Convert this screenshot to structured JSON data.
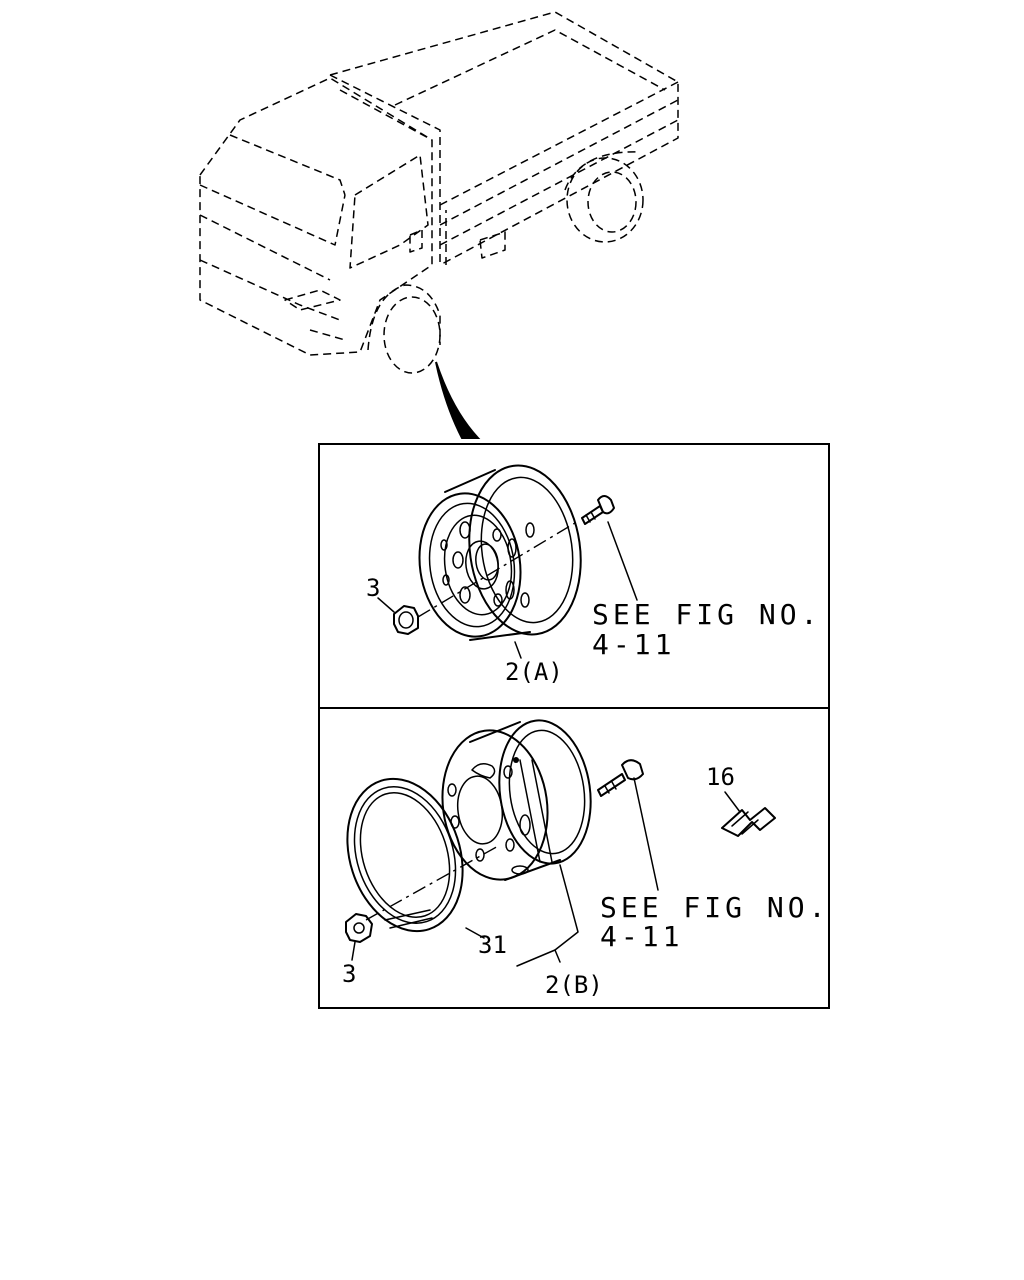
{
  "panel_a": {
    "label_nut": "3",
    "label_wheel": "2(A)",
    "ref_line1": "SEE FIG NO.",
    "ref_line2": "4-11"
  },
  "panel_b": {
    "label_nut": "3",
    "label_ring": "31",
    "label_wheel": "2(B)",
    "label_clip": "16",
    "ref_line1": "SEE FIG NO.",
    "ref_line2": "4-11"
  }
}
